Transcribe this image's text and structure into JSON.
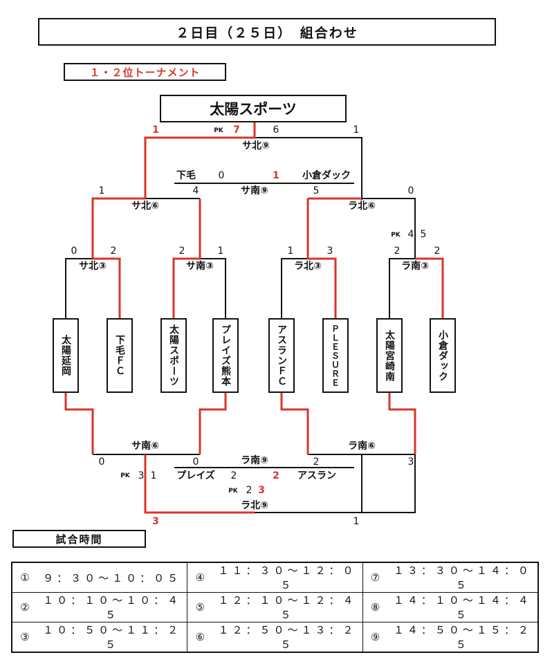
{
  "title": "２日目（２５日）　組合わせ",
  "bracket_heading": "１・２位トーナメント",
  "champion": "太陽スポーツ",
  "teams": [
    "太陽延岡",
    "下毛ＦＣ",
    "太陽スポーツ",
    "プレイズ熊本",
    "アスランＦＣ",
    "ＰＬＥＳＵＲＥ",
    "太陽宮崎南",
    "小倉ダック"
  ],
  "venues": {
    "final": "サ北⑨",
    "third_place": "サ南⑨",
    "semi_left": "サ北⑥",
    "semi_right": "ラ北⑥",
    "qf1": "サ北③",
    "qf2": "サ南③",
    "qf3": "ラ北③",
    "qf4": "ラ南③",
    "lower_left": "サ南⑥",
    "lower_right": "ラ南⑥",
    "lower_mid": "ラ南⑨",
    "lower_final": "ラ北⑨"
  },
  "third_place": {
    "left_team": "下毛",
    "left_score": "0",
    "right_score": "1",
    "right_team": "小倉ダック"
  },
  "lower_match": {
    "left_team": "プレイズ",
    "left_score": "2",
    "right_score": "2",
    "right_team": "アスラン"
  },
  "scores": {
    "final_left": "1",
    "final_pk_label": "PK",
    "final_pk_left": "7",
    "final_pk_right": "6",
    "final_right": "1",
    "semi_left_l": "1",
    "semi_left_r": "4",
    "semi_right_l": "5",
    "semi_right_r": "0",
    "qf4_pk_label": "PK",
    "qf4_pk_left": "4",
    "qf4_pk_right": "5",
    "qf1_l": "0",
    "qf1_r": "2",
    "qf2_l": "2",
    "qf2_r": "1",
    "qf3_l": "1",
    "qf3_r": "3",
    "qf4_l": "2",
    "qf4_r": "2",
    "lower_left_l": "0",
    "lower_left_r": "0",
    "lower_right_l": "2",
    "lower_right_r": "3",
    "lower_pk1_label": "PK",
    "lower_pk1_a": "3",
    "lower_pk1_b": "1",
    "lower_pk2_label": "PK",
    "lower_pk2_a": "2",
    "lower_pk2_b": "3",
    "lower_final_l": "3",
    "lower_final_r": "1"
  },
  "schedule_heading": "試合時間",
  "schedule": [
    [
      {
        "num": "①",
        "time": "９：３０～１０：０５"
      },
      {
        "num": "④",
        "time": "１１：３０～１２：０５"
      },
      {
        "num": "⑦",
        "time": "１３：３０～１４：０５"
      }
    ],
    [
      {
        "num": "②",
        "time": "１０：１０～１０：４５"
      },
      {
        "num": "⑤",
        "time": "１２：１０～１２：４５"
      },
      {
        "num": "⑧",
        "time": "１４：１０～１４：４５"
      }
    ],
    [
      {
        "num": "③",
        "time": "１０：５０～１１：２５"
      },
      {
        "num": "⑥",
        "time": "１２：５０～１３：２５"
      },
      {
        "num": "⑨",
        "time": "１４：５０～１５：２５"
      }
    ]
  ],
  "colors": {
    "win_line": "#d9332b",
    "line": "#111111"
  }
}
